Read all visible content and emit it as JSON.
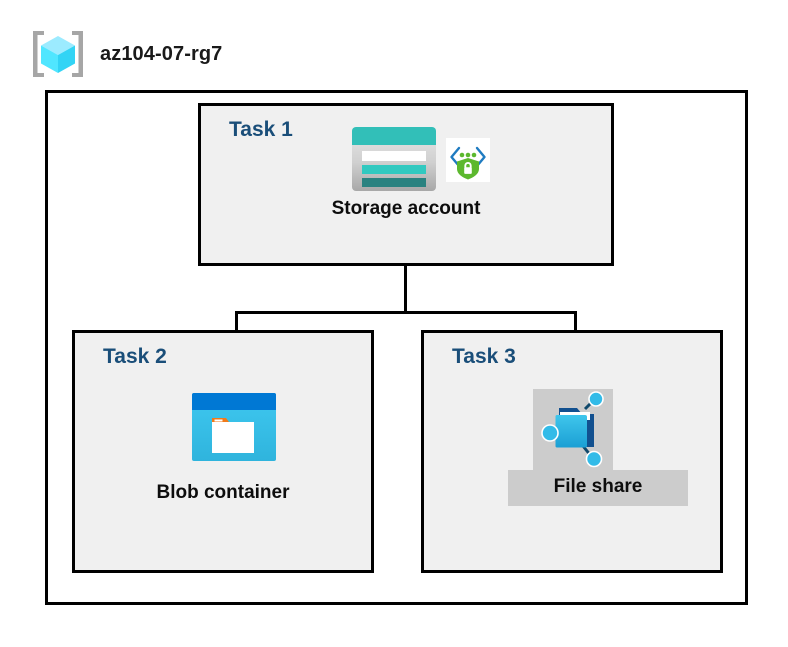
{
  "header": {
    "icon": "resource-group-icon",
    "title": "az104-07-rg7"
  },
  "diagram": {
    "container_name": "resource-group-container",
    "tasks": [
      {
        "id": "task1",
        "label": "Task 1",
        "node_label": "Storage account",
        "icons": [
          "storage-account-icon",
          "private-link-icon"
        ]
      },
      {
        "id": "task2",
        "label": "Task 2",
        "node_label": "Blob container",
        "icons": [
          "blob-container-icon"
        ]
      },
      {
        "id": "task3",
        "label": "Task 3",
        "node_label": "File share",
        "icons": [
          "file-share-icon"
        ]
      }
    ],
    "connections": [
      {
        "from": "Storage account",
        "to": "Blob container"
      },
      {
        "from": "Storage account",
        "to": "File share"
      }
    ]
  },
  "colors": {
    "task_label": "#1a4e79",
    "box_fill": "#f0f0f0",
    "box_border": "#000000",
    "page_background": "#ffffff",
    "storage_teal": "#32bfb8",
    "storage_teal_dark": "#2a8c87",
    "blob_blue": "#0078d4",
    "blob_cyan": "#32c5f4",
    "file_share_blue": "#32bbe8",
    "shield_green": "#5cb82e",
    "resource_group_cyan": "#50e6ff",
    "highlight_gray": "#cccccc"
  }
}
